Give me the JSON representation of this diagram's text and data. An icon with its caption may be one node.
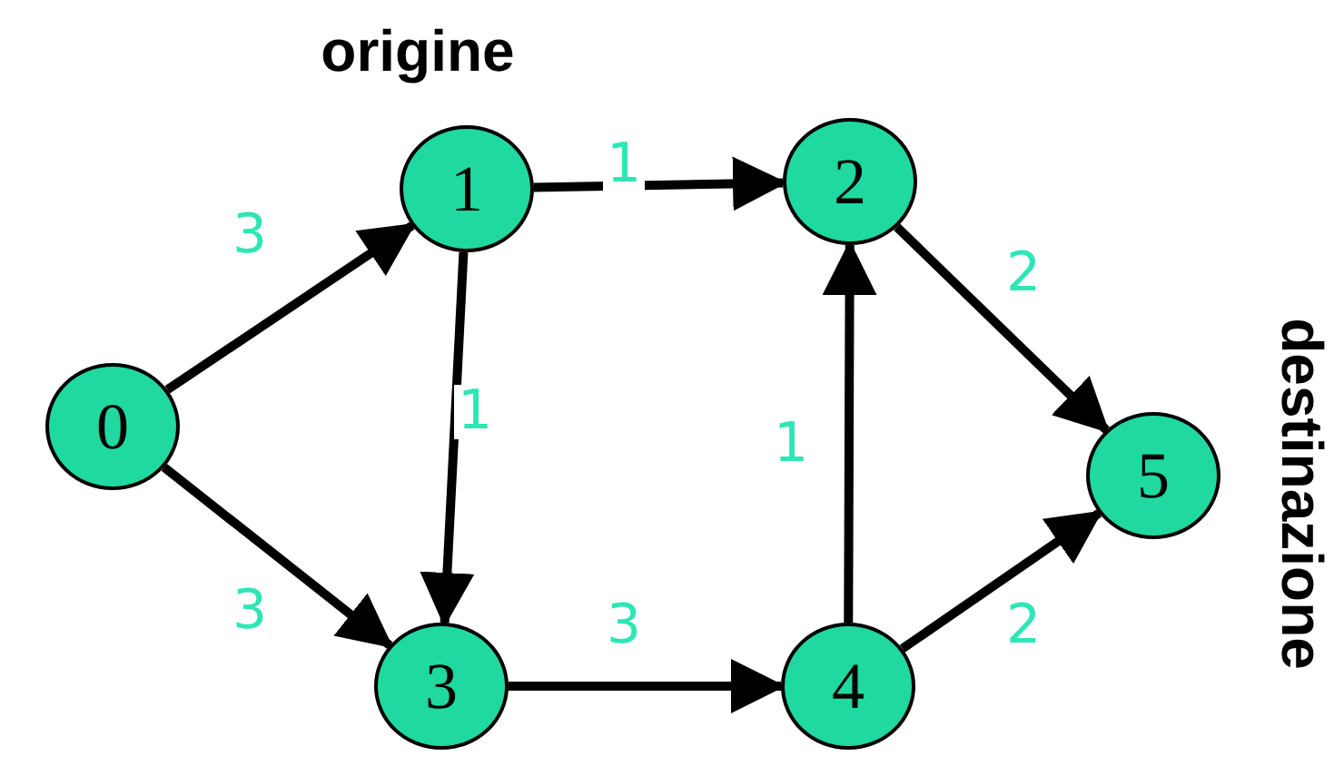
{
  "diagram": {
    "nodes": [
      {
        "text": [
          "0"
        ]
      },
      {
        "text": [
          "1"
        ],
        "beside": [
          "origine"
        ]
      },
      {
        "text": [
          "2"
        ]
      },
      {
        "text": [
          "3"
        ]
      },
      {
        "text": [
          "4"
        ]
      },
      {
        "text": [
          "5"
        ],
        "beside": [
          "destinazione"
        ]
      }
    ],
    "edges": [
      {
        "from": 0,
        "to": 1,
        "arrow": "to",
        "label": "3"
      },
      {
        "from": 0,
        "to": 3,
        "arrow": "to",
        "label": "3"
      },
      {
        "from": 1,
        "to": 2,
        "arrow": "to",
        "label": "1"
      },
      {
        "from": 1,
        "to": 3,
        "arrow": "to",
        "label": "1"
      },
      {
        "from": 3,
        "to": 4,
        "arrow": "to",
        "label": "3"
      },
      {
        "from": 4,
        "to": 2,
        "arrow": "to",
        "label": "1"
      },
      {
        "from": 2,
        "to": 5,
        "arrow": "to",
        "label": "2"
      },
      {
        "from": 4,
        "to": 5,
        "arrow": "to",
        "label": "2"
      }
    ]
  }
}
